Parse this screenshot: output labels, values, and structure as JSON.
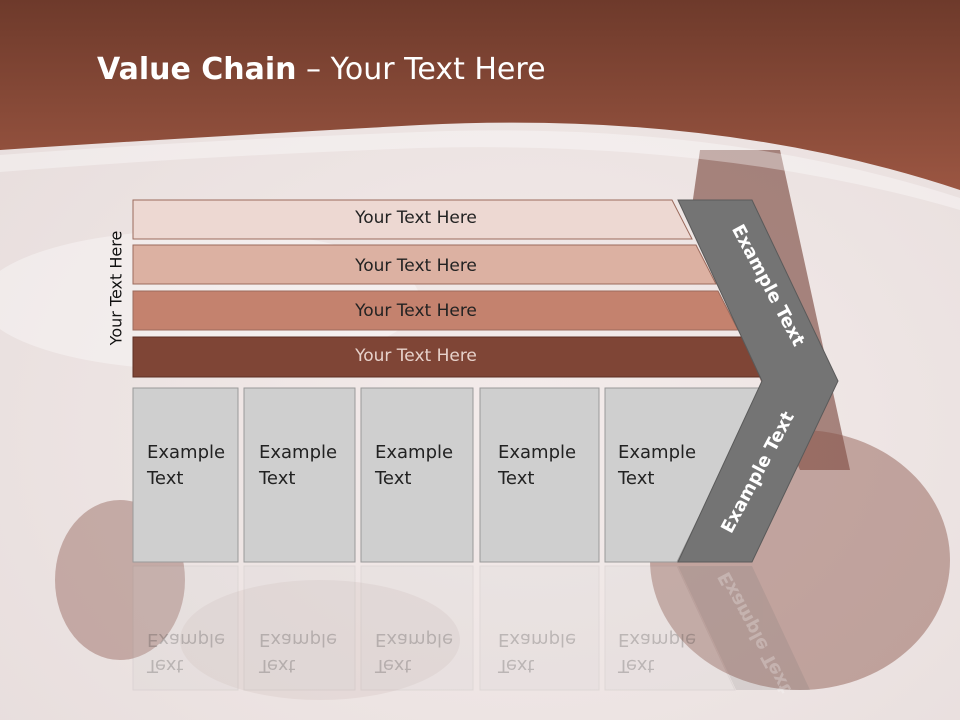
{
  "title": {
    "bold": "Value Chain",
    "rest": " – Your Text Here"
  },
  "side_label": "Your Text Here",
  "bands": [
    "Your Text Here",
    "Your Text Here",
    "Your Text Here",
    "Your Text Here"
  ],
  "boxes": [
    {
      "line1": "Example",
      "line2": "Text"
    },
    {
      "line1": "Example",
      "line2": "Text"
    },
    {
      "line1": "Example",
      "line2": "Text"
    },
    {
      "line1": "Example",
      "line2": "Text"
    },
    {
      "line1": "Example",
      "line2": "Text"
    }
  ],
  "chevron": {
    "top": "Example Text",
    "bottom": "Example Text"
  },
  "colors": {
    "header": "#8a4a37",
    "band1": "#edd8d2",
    "band2": "#dcb1a2",
    "band3": "#c4826e",
    "band4": "#7f4536",
    "box": "#cfcfcf",
    "chevron": "#747474"
  }
}
